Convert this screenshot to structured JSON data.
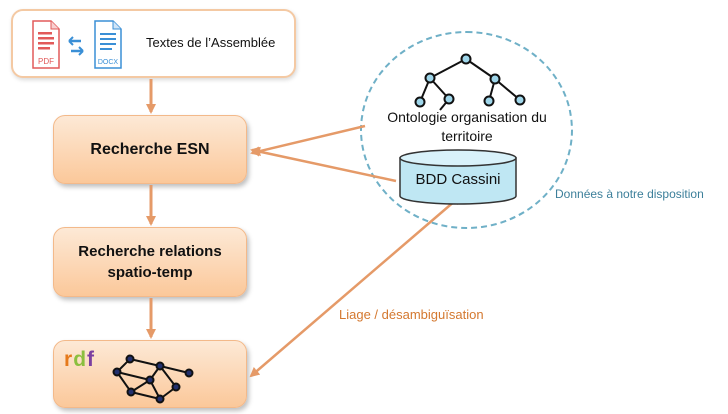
{
  "inputs": {
    "label": "Textes de l’Assemblée",
    "pdf_badge": "PDF",
    "docx_badge": "DOCX"
  },
  "steps": {
    "esn": "Recherche ESN",
    "relations_line1": "Recherche relations",
    "relations_line2": "spatio-temp"
  },
  "resources": {
    "ontology_line1": "Ontologie organisation du",
    "ontology_line2": "territoire",
    "database": "BDD Cassini",
    "caption": "Données à notre disposition"
  },
  "link_label": "Liage / désambiguïsation",
  "output": {
    "rdf_letters": [
      "r",
      "d",
      "f"
    ],
    "rdf_colors": [
      "#e5791b",
      "#8bbf3f",
      "#7b3fa0"
    ]
  },
  "colors": {
    "arrow": "#e59a68",
    "ring": "#6fb0c7",
    "caption": "#3c7f9a",
    "link_label": "#d4782f",
    "db_fill": "#bfe7f3"
  }
}
